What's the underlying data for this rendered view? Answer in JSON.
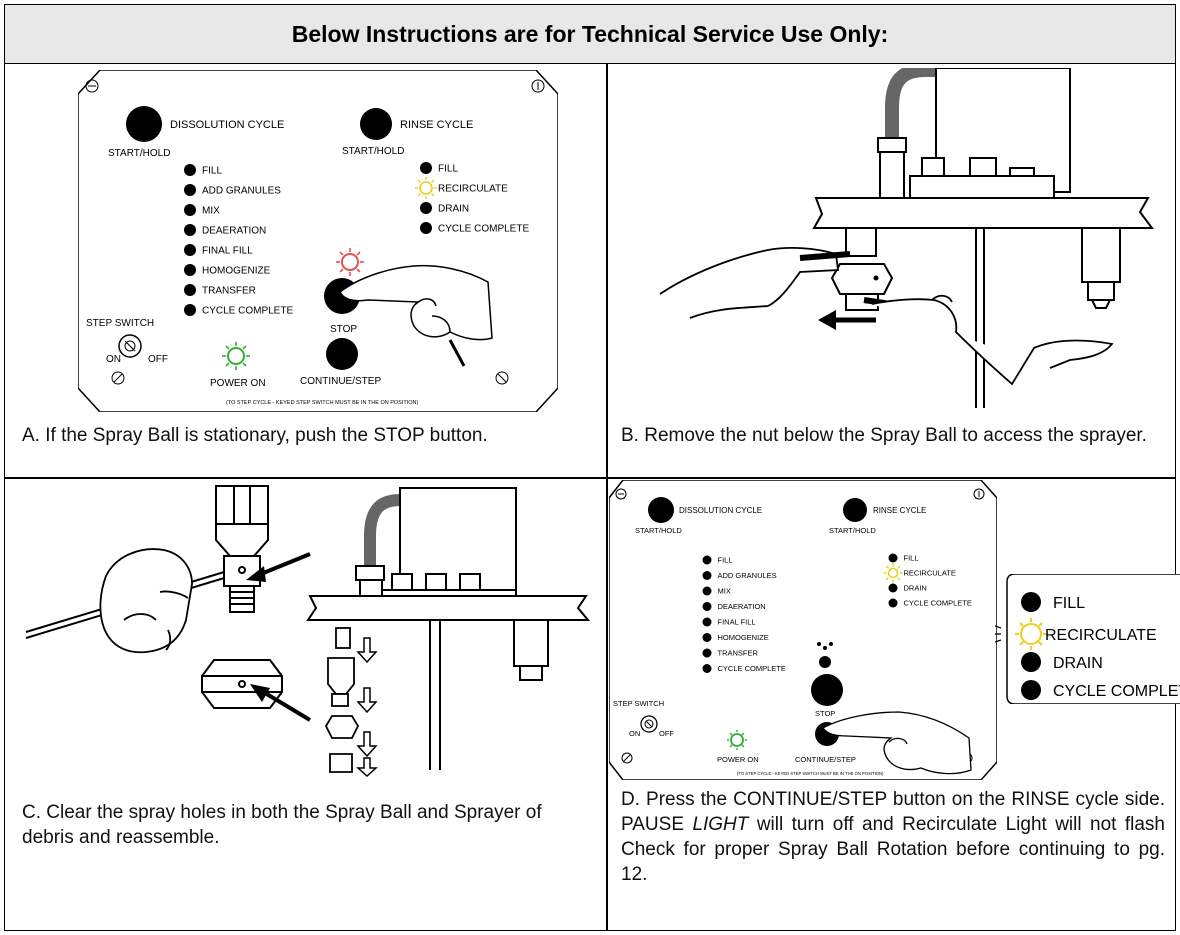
{
  "header": {
    "title": "Below Instructions are for Technical Service Use Only:"
  },
  "panel_labels": {
    "dissolution_cycle": "DISSOLUTION CYCLE",
    "rinse_cycle": "RINSE CYCLE",
    "start_hold": "START/HOLD",
    "stop": "STOP",
    "continue_step": "CONTINUE/STEP",
    "step_switch": "STEP SWITCH",
    "on": "ON",
    "off": "OFF",
    "power_on": "POWER ON",
    "footnote": "(TO STEP CYCLE - KEYED STEP SWITCH MUST BE IN THE ON POSITION)",
    "dissolution_steps": [
      "FILL",
      "ADD GRANULES",
      "MIX",
      "DEAERATION",
      "FINAL FILL",
      "HOMOGENIZE",
      "TRANSFER",
      "CYCLE COMPLETE"
    ],
    "rinse_steps": [
      "FILL",
      "RECIRCULATE",
      "DRAIN",
      "CYCLE COMPLETE"
    ]
  },
  "zoom_callout": {
    "items": [
      "FILL",
      "RECIRCULATE",
      "DRAIN",
      "CYCLE COMPLET"
    ]
  },
  "captions": {
    "a": "A. If the Spray Ball is stationary, push the STOP button.",
    "b": "B. Remove the nut below the Spray Ball to access the sprayer.",
    "c": "C. Clear the spray holes in both the Spray Ball and Sprayer of debris and reassemble.",
    "d_1": "D. Press the CONTINUE/STEP button on the RINSE cycle side. PAUSE ",
    "d_2": "LIGHT",
    "d_3": " will turn off and Recirculate Light will not flash Check for proper Spray Ball Rotation before continuing to pg. 12."
  },
  "colors": {
    "led_red": "#e85050",
    "led_yellow": "#e8d020",
    "led_green": "#30b030",
    "header_bg": "#e8e8e8"
  }
}
